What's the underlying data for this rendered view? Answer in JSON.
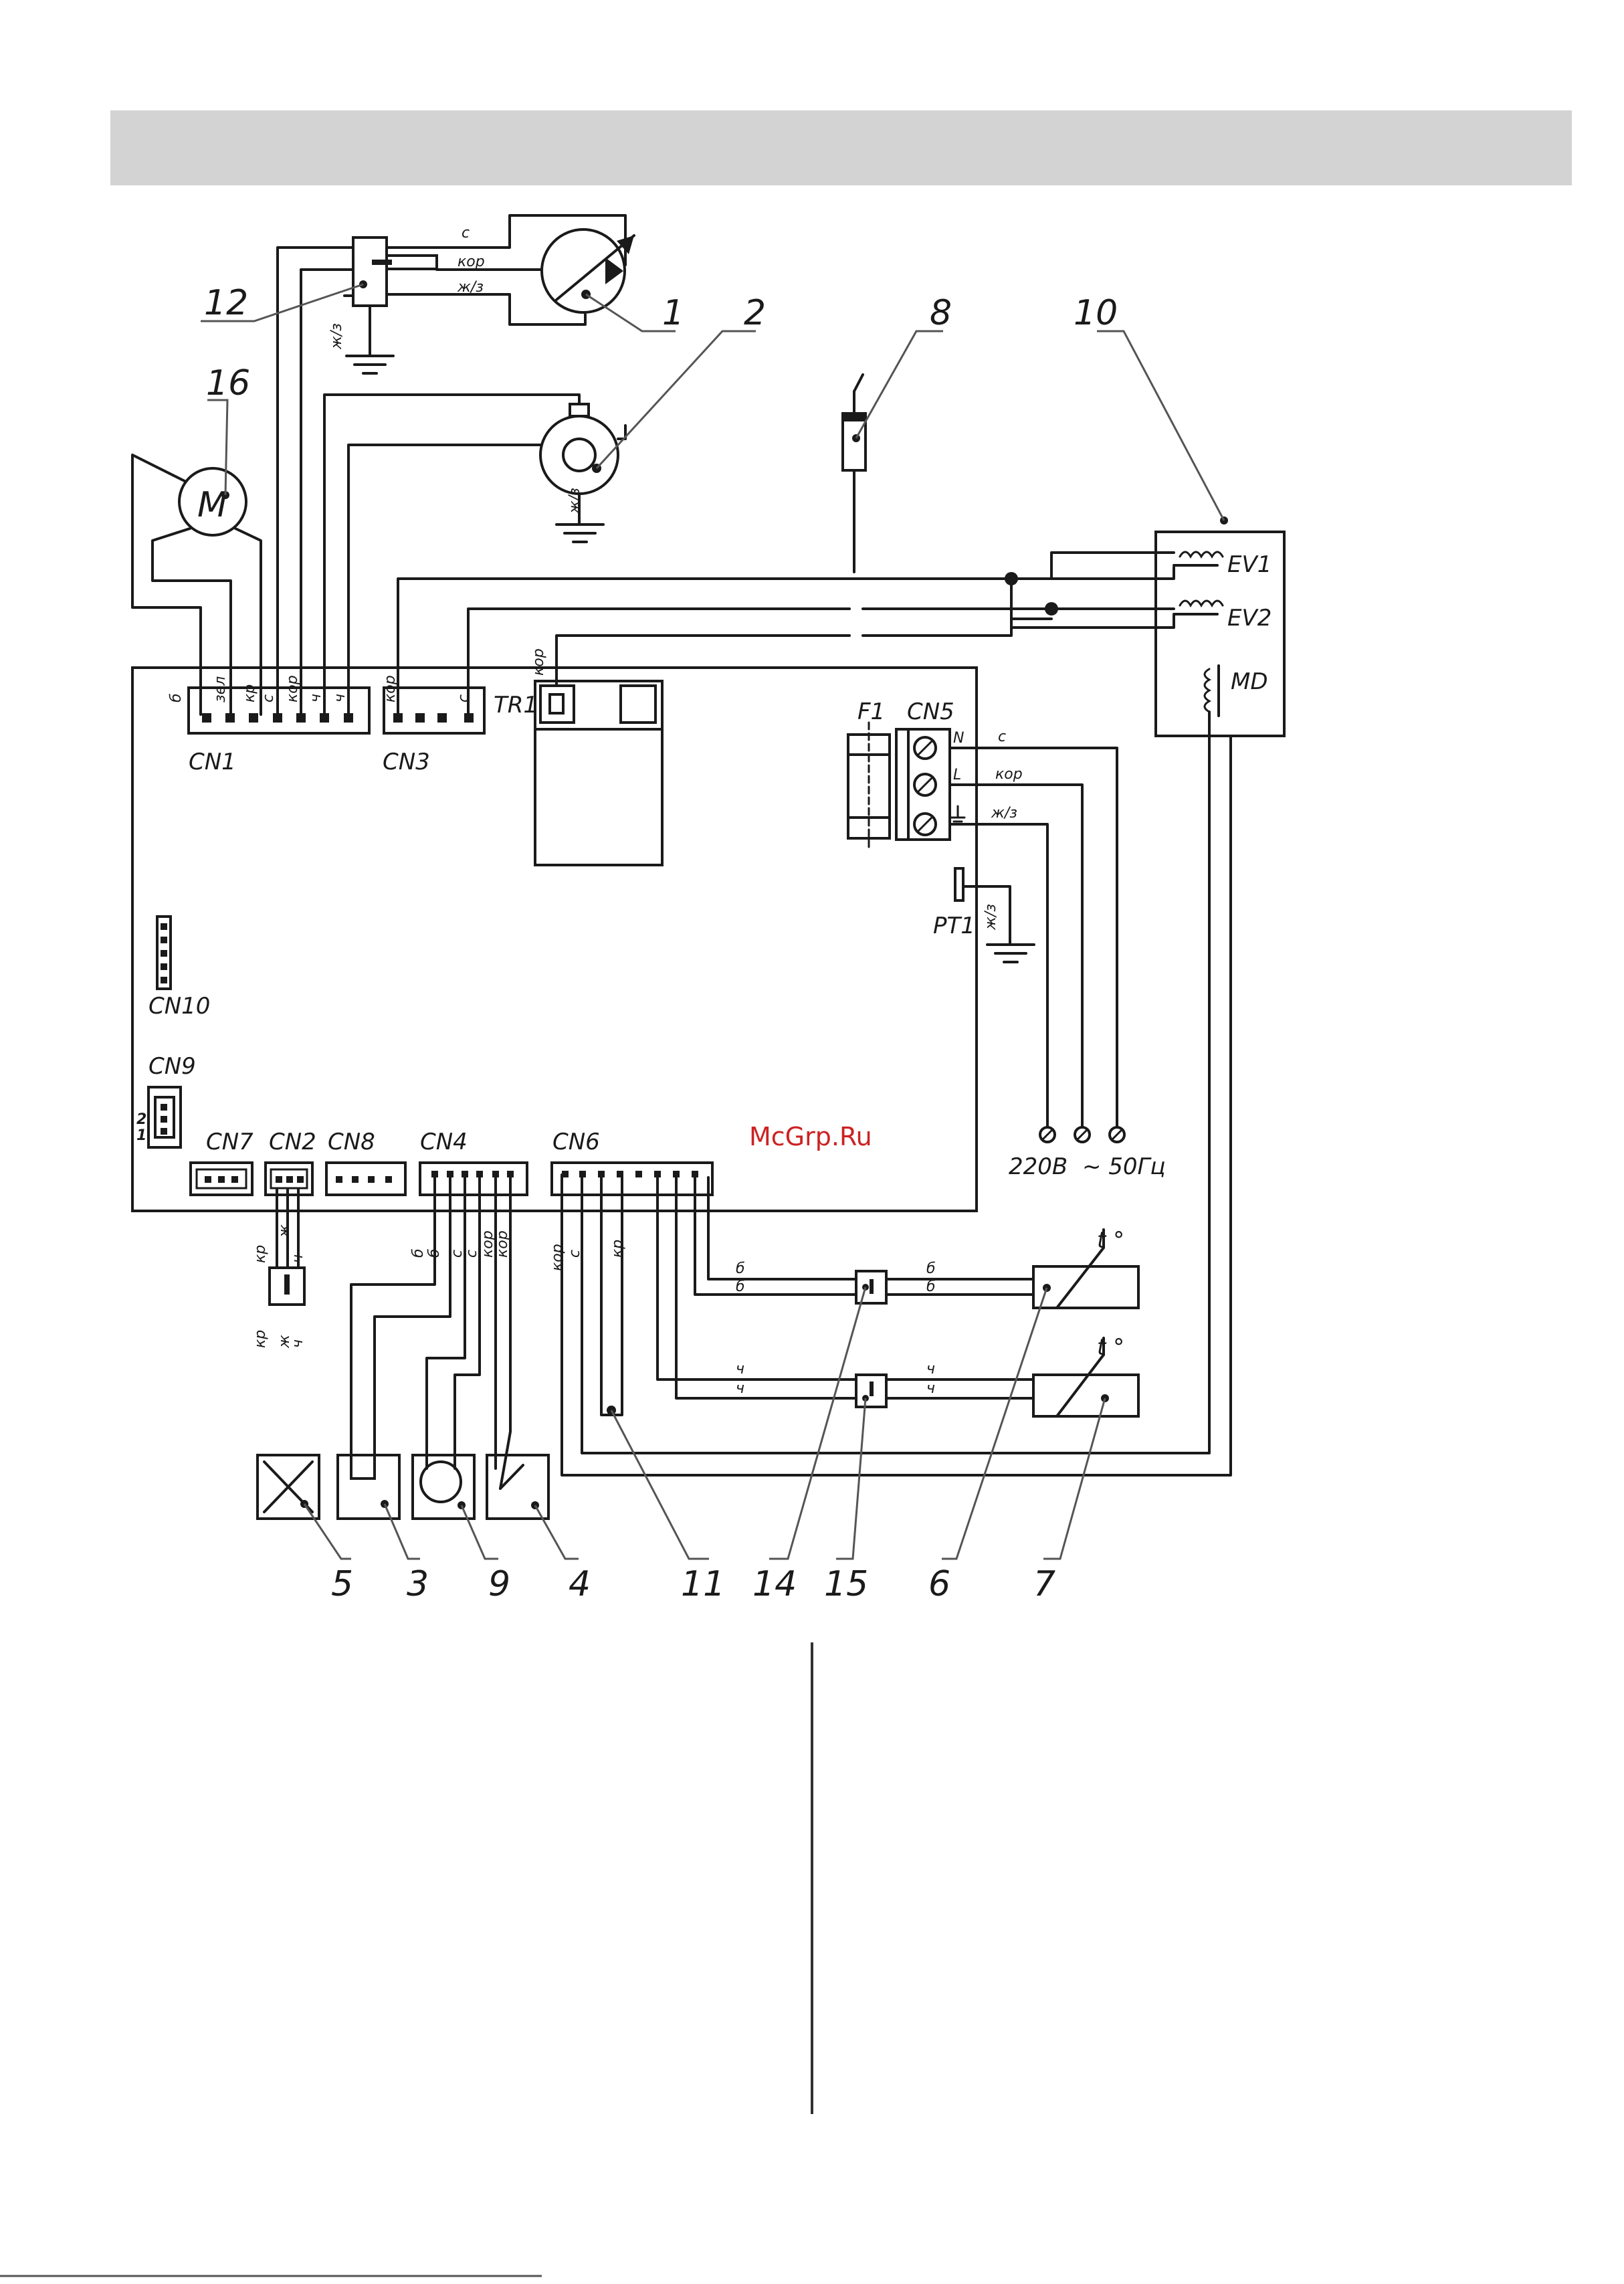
{
  "header": {
    "color": "#d3d3d3"
  },
  "watermark": "McGrp.Ru",
  "callouts": {
    "n1": "1",
    "n2": "2",
    "n3": "3",
    "n4": "4",
    "n5": "5",
    "n6": "6",
    "n7": "7",
    "n8": "8",
    "n9": "9",
    "n10": "10",
    "n11": "11",
    "n12": "12",
    "n14": "14",
    "n15": "15",
    "n16": "16"
  },
  "connectors": {
    "cn1": "CN1",
    "cn2": "CN2",
    "cn3": "CN3",
    "cn4": "CN4",
    "cn5": "CN5",
    "cn6": "CN6",
    "cn7": "CN7",
    "cn8": "CN8",
    "cn9": "CN9",
    "cn10": "CN10",
    "tr1": "TR1",
    "f1": "F1",
    "pt1": "PT1",
    "ev1": "EV1",
    "ev2": "EV2",
    "md": "MD",
    "cn9_pin2": "2",
    "cn9_pin1": "1"
  },
  "motor_letter": "M",
  "terminals": {
    "n": "N",
    "l": "L"
  },
  "temp_symbol": "t °",
  "power": {
    "voltage": "220В",
    "frequency": "~ 50Гц"
  },
  "wires": {
    "cn1": [
      "б",
      "зел",
      "кр",
      "с",
      "кор",
      "ч",
      "ч"
    ],
    "cn3": [
      "кор",
      "с"
    ],
    "tr1": "кор",
    "plug12": [
      "с",
      "кор",
      "ж/з"
    ],
    "ground12": "ж/з",
    "ground2": "ж/з",
    "cn5": [
      "с",
      "кор",
      "ж/з"
    ],
    "pt1": "ж/з",
    "cn2_top": [
      "кр",
      "ж",
      "ч"
    ],
    "cn2_bot": [
      "кр",
      "ж",
      "ч"
    ],
    "cn4": [
      "б",
      "б",
      "с",
      "с",
      "кор",
      "кор"
    ],
    "cn6": [
      "кор",
      "с",
      "кр"
    ],
    "s6_left": [
      "б",
      "б"
    ],
    "s6_right": [
      "б",
      "б"
    ],
    "s7_left": [
      "ч",
      "ч"
    ],
    "s7_right": [
      "ч",
      "ч"
    ]
  }
}
